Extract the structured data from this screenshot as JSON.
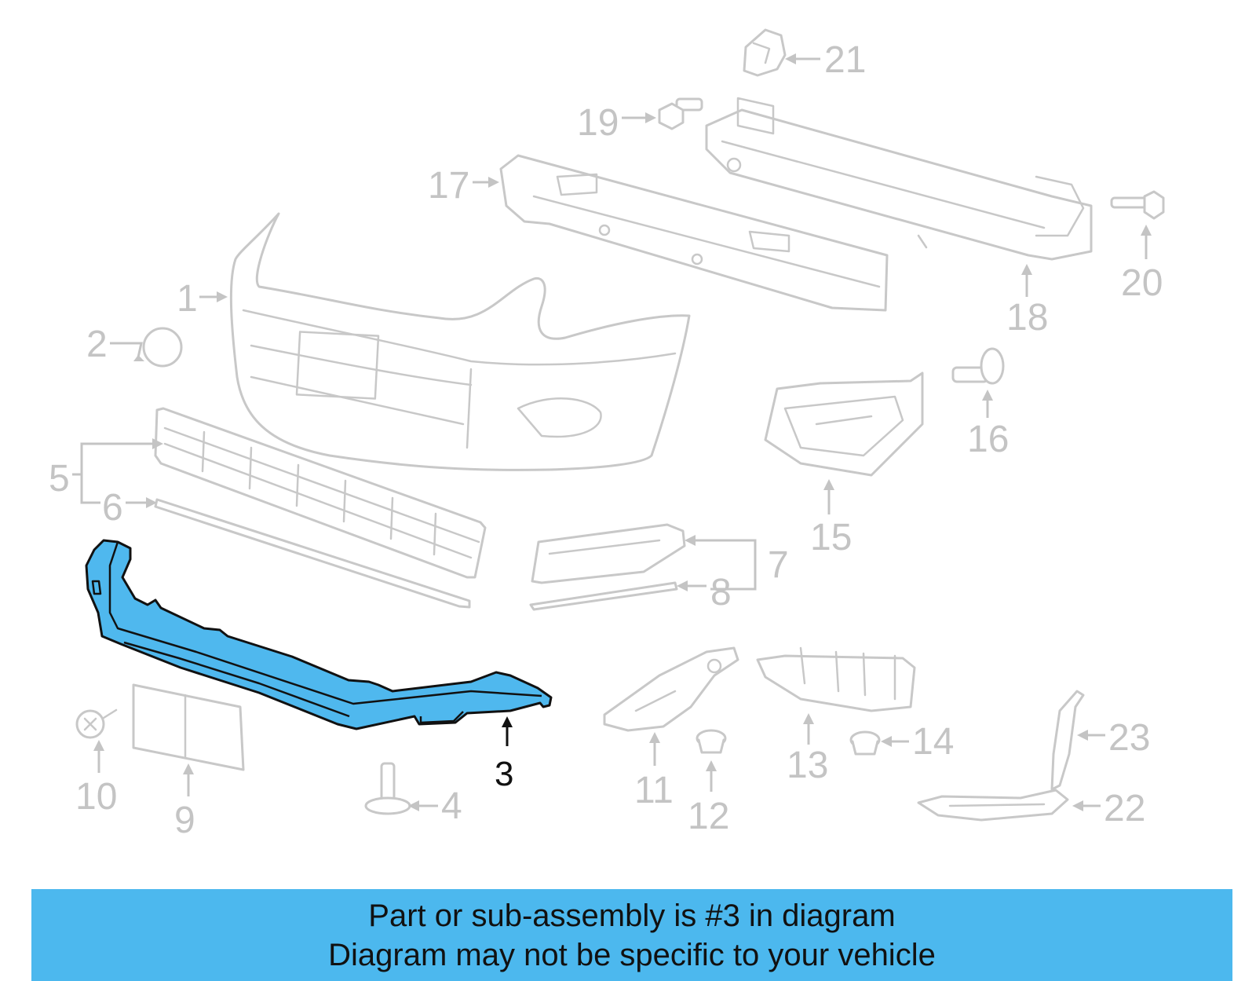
{
  "diagram": {
    "highlighted_part": "3",
    "highlight_color": "#4fb8ee",
    "callouts": {
      "c1": "1",
      "c2": "2",
      "c3": "3",
      "c4": "4",
      "c5": "5",
      "c6": "6",
      "c7": "7",
      "c8": "8",
      "c9": "9",
      "c10": "10",
      "c11": "11",
      "c12": "12",
      "c13": "13",
      "c14": "14",
      "c15": "15",
      "c16": "16",
      "c17": "17",
      "c18": "18",
      "c19": "19",
      "c20": "20",
      "c21": "21",
      "c22": "22",
      "c23": "23"
    }
  },
  "banner": {
    "line1": "Part or sub-assembly is #3 in diagram",
    "line2": "Diagram may not be specific to your vehicle",
    "background": "#4cb8ee"
  }
}
